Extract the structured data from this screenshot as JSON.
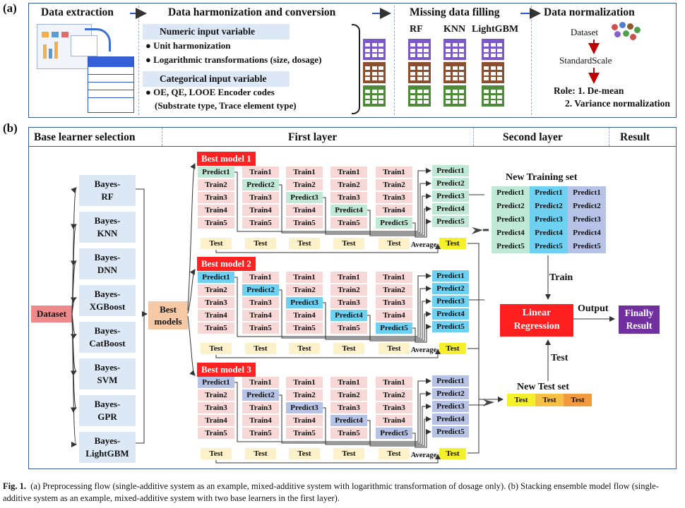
{
  "panel_a": {
    "label": "(a)",
    "sections": {
      "extraction": "Data extraction",
      "harmonization": "Data harmonization and conversion",
      "filling": "Missing data filling",
      "normalization": "Data normalization"
    },
    "numeric_title": "Numeric input variable",
    "numeric_items": [
      "Unit harmonization",
      "Logarithmic transformations (size, dosage)"
    ],
    "categorical_title": "Categorical input variable",
    "categorical_item_1": "OE, QE, LOOE Encoder codes",
    "categorical_item_2": "(Substrate type, Trace element type)",
    "methods": [
      "RF",
      "KNN",
      "LightGBM"
    ],
    "norm_dataset": "Dataset",
    "norm_scale": "StandardScale",
    "norm_role_1": "Role: 1. De-mean",
    "norm_role_2": "2. Variance normalization",
    "colors": {
      "purple": "#7a58c8",
      "brown": "#8b4e2e",
      "green": "#4e8a3a"
    }
  },
  "panel_b": {
    "label": "(b)",
    "headers": [
      "Base learner selection",
      "First layer",
      "Second layer",
      "Result"
    ],
    "dataset": "Dataset",
    "base_learners": [
      "Bayes-\nRF",
      "Bayes-\nKNN",
      "Bayes-\nDNN",
      "Bayes-\nXGBoost",
      "Bayes-\nCatBoost",
      "Bayes-\nSVM",
      "Bayes-\nGPR",
      "Bayes-\nLightGBM"
    ],
    "best_models": "Best\nmodels",
    "model_labels": [
      "Best  model 1",
      "Best  model 2",
      "Best  model 3"
    ],
    "predict_colors": [
      "#bfe8d6",
      "#6fd1f2",
      "#b6c3e6"
    ],
    "train_labels": [
      "Train1",
      "Train2",
      "Train3",
      "Train4",
      "Train5"
    ],
    "predict_labels": [
      "Predict1",
      "Predict2",
      "Predict3",
      "Predict4",
      "Predict5"
    ],
    "test_label": "Test",
    "average_label": "Average",
    "new_training_title": "New Training set",
    "new_training_rows": [
      [
        "Predict1",
        "Predict1",
        "Predict1"
      ],
      [
        "Predict2",
        "Predict2",
        "Predict2"
      ],
      [
        "Predict3",
        "Predict3",
        "Predict3"
      ],
      [
        "Predict4",
        "Predict4",
        "Predict4"
      ],
      [
        "Predict5",
        "Predict5",
        "Predict5"
      ]
    ],
    "train_arrow": "Train",
    "linear_regression": "Linear\nRegression",
    "output_label": "Output",
    "finally_result": "Finally\nResult",
    "test_arrow": "Test",
    "new_test_title": "New Test set",
    "new_test_cells": [
      "Test",
      "Test",
      "Test"
    ]
  },
  "caption": {
    "fig": "Fig. 1.",
    "text": "(a) Preprocessing flow (single-additive system as an example, mixed-additive system with logarithmic transformation of dosage only). (b) Stacking ensemble model flow (single-additive system as an example, mixed-additive system with two base learners in the first layer)."
  }
}
